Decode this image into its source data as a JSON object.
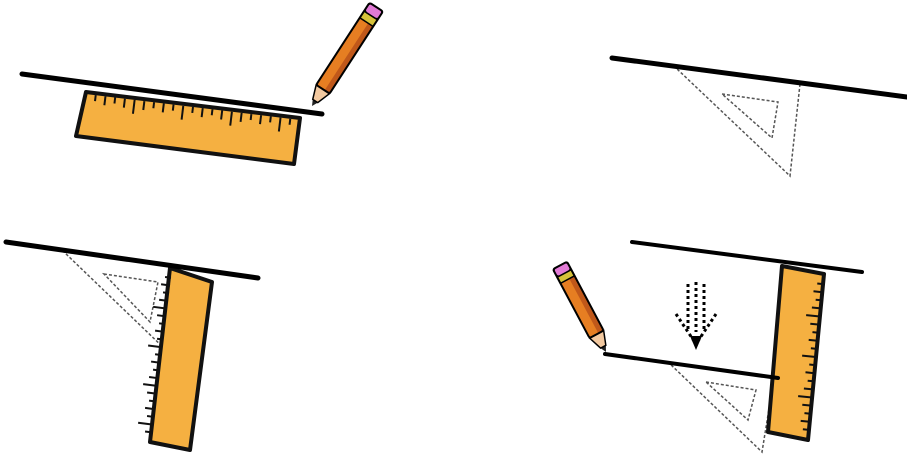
{
  "colors": {
    "background": "#ffffff",
    "ink": "#000000",
    "ruler_fill": "#f5b041",
    "ruler_edge": "#111111",
    "pencil_body": "#e67e22",
    "pencil_body_shade": "#c0581a",
    "pencil_wood": "#f3c9a0",
    "pencil_lead": "#222222",
    "pencil_ferrule": "#d6c23a",
    "pencil_eraser": "#e27ad6",
    "set_square_fill": "#ffffff",
    "set_square_dash": "#555555"
  },
  "panels": [
    {
      "id": "step-1",
      "items": [
        "drawn-line",
        "ruler",
        "pencil"
      ],
      "icons": [
        "ruler-icon",
        "pencil-icon"
      ]
    },
    {
      "id": "step-2",
      "items": [
        "drawn-line",
        "set-square"
      ],
      "icons": [
        "set-square-icon"
      ]
    },
    {
      "id": "step-3",
      "items": [
        "drawn-line",
        "set-square",
        "ruler"
      ],
      "icons": [
        "set-square-icon",
        "ruler-icon"
      ]
    },
    {
      "id": "step-4",
      "items": [
        "drawn-line",
        "ruler",
        "set-square",
        "pencil",
        "new-parallel-line",
        "down-arrow"
      ],
      "icons": [
        "ruler-icon",
        "set-square-icon",
        "pencil-icon",
        "dotted-down-arrow-icon"
      ]
    }
  ]
}
